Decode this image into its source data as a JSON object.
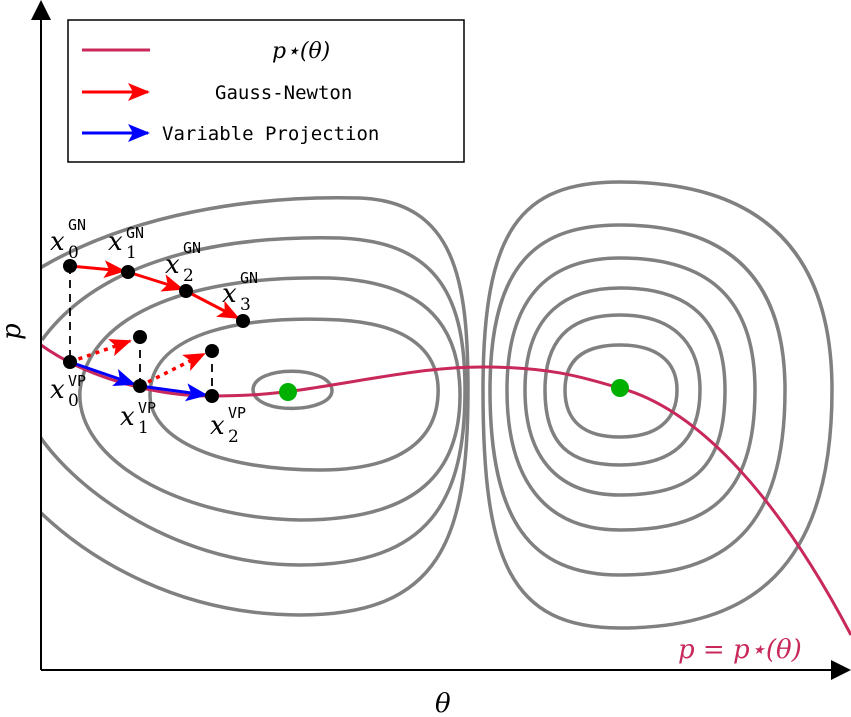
{
  "axes": {
    "xlabel": "θ",
    "ylabel": "p"
  },
  "legend": {
    "items": [
      {
        "label": "p⋆(θ)",
        "color": "#c8285a"
      },
      {
        "label": "Gauss-Newton",
        "color": "#ff0000"
      },
      {
        "label": "Variable Projection",
        "color": "#0000ff"
      }
    ]
  },
  "curve_label": "p = p⋆(θ)",
  "points": {
    "gn": [
      {
        "base": "x",
        "sub": "0",
        "sup": "GN"
      },
      {
        "base": "x",
        "sub": "1",
        "sup": "GN"
      },
      {
        "base": "x",
        "sub": "2",
        "sup": "GN"
      },
      {
        "base": "x",
        "sub": "3",
        "sup": "GN"
      }
    ],
    "vp": [
      {
        "base": "x",
        "sub": "0",
        "sup": "VP"
      },
      {
        "base": "x",
        "sub": "1",
        "sup": "VP"
      },
      {
        "base": "x",
        "sub": "2",
        "sup": "VP"
      }
    ]
  },
  "colors": {
    "contour": "#808080",
    "curve": "#c8285a",
    "minimum": "#00b000",
    "gn": "#ff0000",
    "vp": "#0000ff"
  }
}
